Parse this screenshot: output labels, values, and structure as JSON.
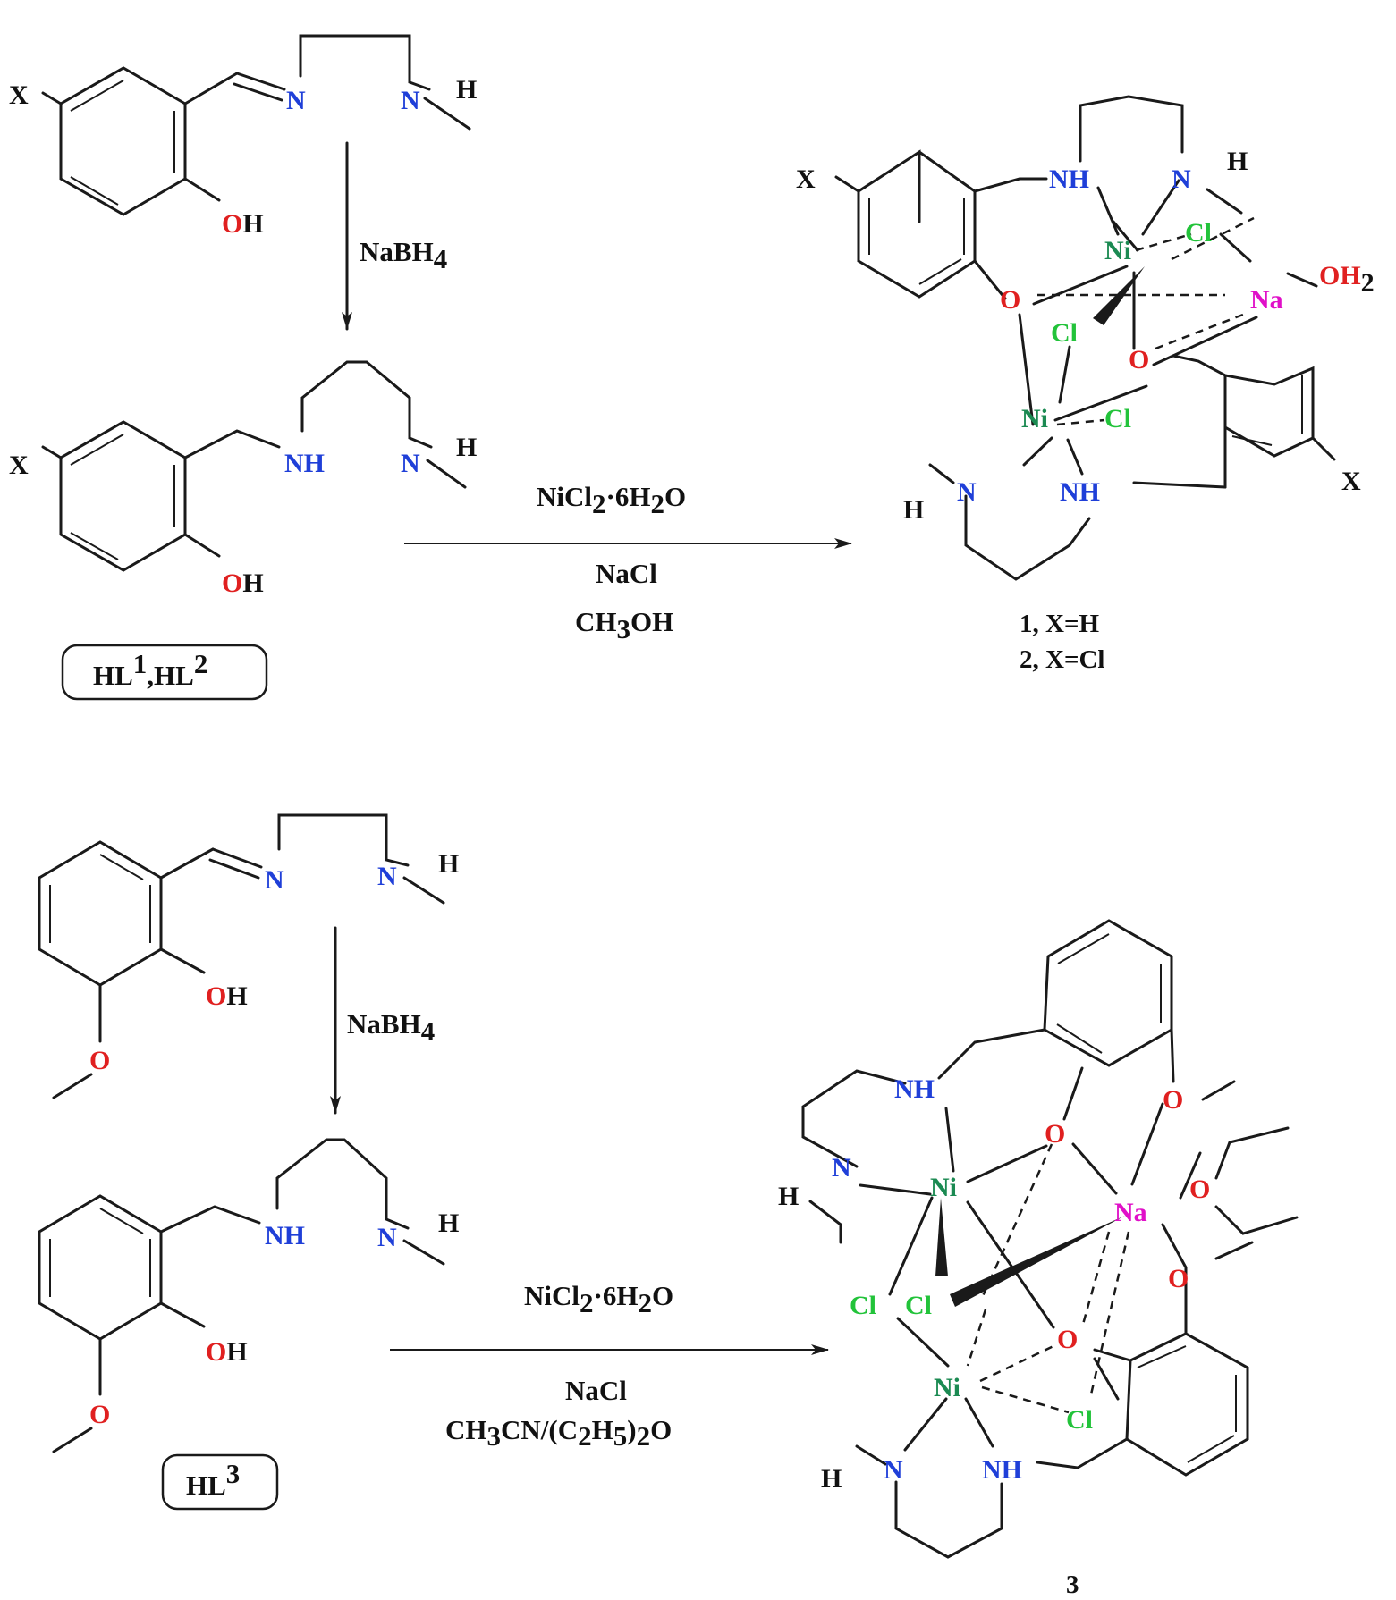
{
  "atoms": {
    "x": "X",
    "n": "N",
    "nh": "NH",
    "h": "H",
    "oh": "OH",
    "o": "O",
    "ni": "Ni",
    "cl": "Cl",
    "na": "Na",
    "oh2": "OH",
    "sub2": "2"
  },
  "scheme1": {
    "reduction": {
      "reagent": "NaBH",
      "sub": "4"
    },
    "complexation": {
      "reagent_a": "NiCl",
      "sub_a": "2",
      "reagent_b": "·6H",
      "sub_b": "2",
      "reagent_c": "O",
      "salt": "NaCl",
      "solvent_a": "CH",
      "solvent_sub": "3",
      "solvent_b": "OH"
    },
    "ligand_label": {
      "a": "HL",
      "sup_a": "1",
      "b": ",HL",
      "sup_b": "2"
    },
    "products": [
      "1, X=H",
      "2, X=Cl"
    ]
  },
  "scheme2": {
    "reduction": {
      "reagent": "NaBH",
      "sub": "4"
    },
    "complexation": {
      "reagent_a": "NiCl",
      "sub_a": "2",
      "reagent_b": "·6H",
      "sub_b": "2",
      "reagent_c": "O",
      "salt": "NaCl",
      "solvent": {
        "p1": "CH",
        "s1": "3",
        "p2": "CN/(C",
        "s2": "2",
        "p3": "H",
        "s3": "5",
        "p4": ")",
        "s4": "2",
        "p5": "O"
      }
    },
    "ligand_label": {
      "a": "HL",
      "sup_a": "3"
    },
    "product": "3"
  }
}
